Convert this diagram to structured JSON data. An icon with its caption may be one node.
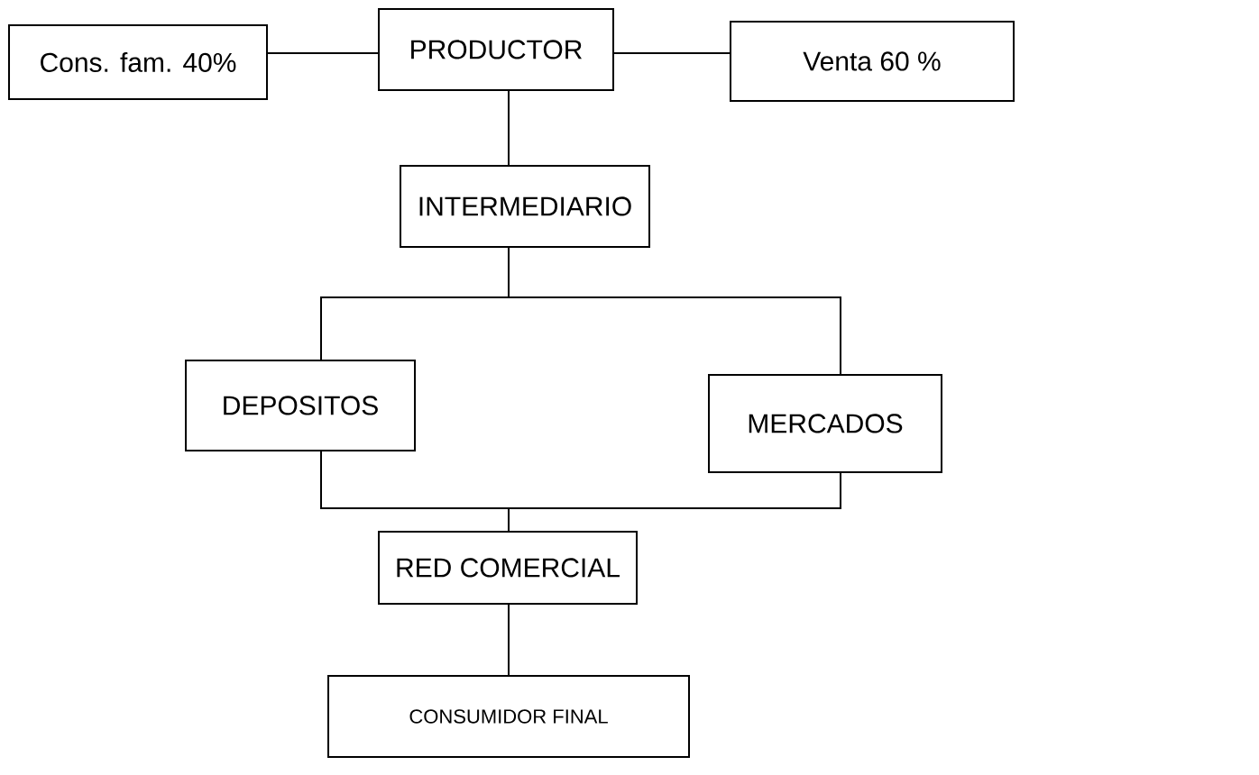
{
  "diagram": {
    "nodes": [
      {
        "text": [
          "Cons. fam. 40%"
        ]
      },
      {
        "text": [
          "PRODUCTOR"
        ]
      },
      {
        "text": [
          "Venta 60 %"
        ]
      },
      {
        "text": [
          "INTERMEDIARIO"
        ]
      },
      {
        "text": [
          "DEPOSITOS"
        ]
      },
      {
        "text": [
          "MERCADOS"
        ]
      },
      {
        "text": [
          "RED COMERCIAL"
        ]
      },
      {
        "text": [
          "CONSUMIDOR FINAL"
        ]
      }
    ],
    "edges": [
      {
        "from": 1,
        "to": 0,
        "arrow": "none"
      },
      {
        "from": 1,
        "to": 2,
        "arrow": "none"
      },
      {
        "from": 1,
        "to": 3,
        "arrow": "none"
      },
      {
        "from": 3,
        "to": 4,
        "arrow": "none"
      },
      {
        "from": 3,
        "to": 5,
        "arrow": "none"
      },
      {
        "from": 4,
        "to": 6,
        "arrow": "none"
      },
      {
        "from": 5,
        "to": 6,
        "arrow": "none"
      },
      {
        "from": 6,
        "to": 7,
        "arrow": "none"
      }
    ]
  }
}
